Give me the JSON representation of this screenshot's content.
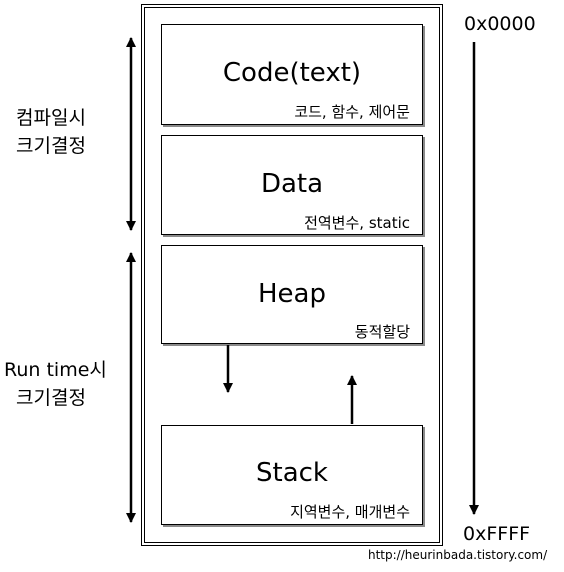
{
  "segments": {
    "code": {
      "title": "Code(text)",
      "subtitle": "코드, 함수, 제어문"
    },
    "data": {
      "title": "Data",
      "subtitle": "전역변수, static"
    },
    "heap": {
      "title": "Heap",
      "subtitle": "동적할당"
    },
    "stack": {
      "title": "Stack",
      "subtitle": "지역변수, 매개변수"
    }
  },
  "side_labels": {
    "compile_time": [
      "컴파일시",
      "크기결정"
    ],
    "run_time": [
      "Run time시",
      "크기결정"
    ]
  },
  "addresses": {
    "top": "0x0000",
    "bottom": "0xFFFF"
  },
  "source_url": "http://heurinbada.tistory.com/"
}
